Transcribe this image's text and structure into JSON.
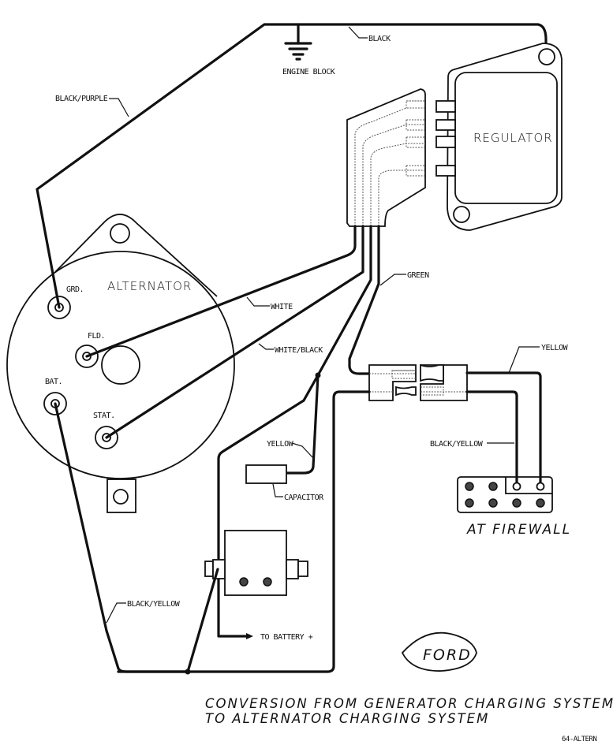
{
  "title_lines": [
    "CONVERSION FROM GENERATOR CHARGING SYSTEM",
    "TO ALTERNATOR CHARGING SYSTEM"
  ],
  "drawing_id": "64-ALTERN",
  "components": {
    "alternator": "ALTERNATOR",
    "regulator": "REGULATOR",
    "engine_block": "ENGINE BLOCK",
    "capacitor": "CAPACITOR",
    "to_battery": "TO BATTERY +",
    "firewall": "AT FIREWALL",
    "brand": "FORD"
  },
  "terminals": {
    "grd": "GRD.",
    "fld": "FLD.",
    "bat": "BAT.",
    "stat": "STAT."
  },
  "wires": {
    "black": "BLACK",
    "black_purple": "BLACK/PURPLE",
    "white": "WHITE",
    "white_black": "WHITE/BLACK",
    "green": "GREEN",
    "yellow_capacitor": "YELLOW",
    "yellow_firewall": "YELLOW",
    "black_yellow_firewall": "BLACK/YELLOW",
    "black_yellow_battery": "BLACK/YELLOW"
  }
}
